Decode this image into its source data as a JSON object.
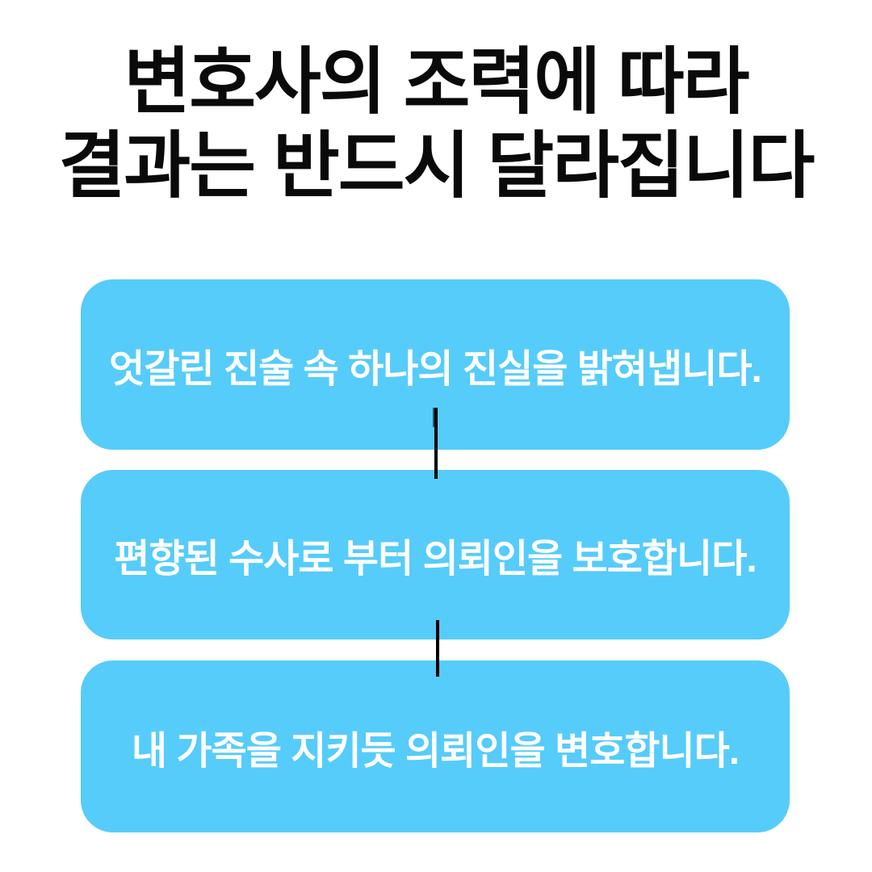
{
  "title": {
    "line1": "변호사의 조력에 따라",
    "line2": "결과는 반드시 달라집니다"
  },
  "cards": [
    {
      "text": "엇갈린 진술 속 하나의 진실을 밝혀냅니다."
    },
    {
      "text": "편향된 수사로 부터 의뢰인을 보호합니다."
    },
    {
      "text": "내 가족을 지키듯 의뢰인을 변호합니다."
    }
  ],
  "colors": {
    "background": "#ffffff",
    "title_text": "#0a0a0a",
    "card_bg": "#56ccfa",
    "card_text": "#ffffff",
    "connector": "#000000",
    "connector_cap": "#27596f"
  }
}
